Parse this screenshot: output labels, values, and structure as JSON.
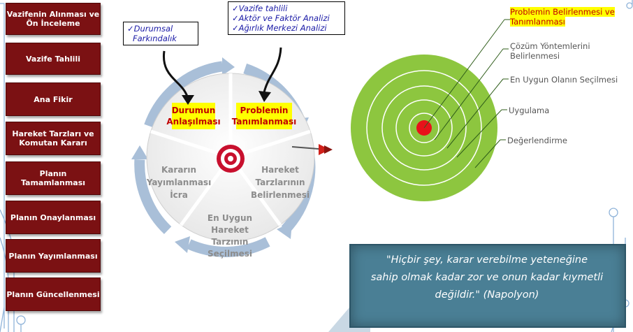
{
  "sidebar": {
    "items": [
      {
        "label": "Vazifenin Alınması ve Ön İnceleme"
      },
      {
        "label": "Vazife Tahlili"
      },
      {
        "label": "Ana Fikir"
      },
      {
        "label": "Hareket Tarzları ve Komutan Kararı"
      },
      {
        "label": "Planın Tamamlanması"
      },
      {
        "label": "Planın Onaylanması"
      },
      {
        "label": "Planın Yayımlanması"
      },
      {
        "label": "Planın Güncellenmesi"
      }
    ]
  },
  "cycle": {
    "notes": {
      "left": {
        "line1": "✓Durumsal",
        "line2": "Farkındalık"
      },
      "right": {
        "line1": "✓Vazife tahlili",
        "line2": "✓Aktör ve Faktör Analizi",
        "line3": "✓Ağırlık Merkezi Analizi"
      }
    },
    "segments": {
      "s1": {
        "line1": "Durumun",
        "line2": "Anlaşılması"
      },
      "s2": {
        "line1": "Problemin",
        "line2": "Tanımlanması"
      },
      "s3": {
        "line1": "Hareket",
        "line2": "Tarzlarının",
        "line3": "Belirlenmesi"
      },
      "s4": {
        "line1": "En Uygun",
        "line2": "Hareket",
        "line3": "Tarzının",
        "line4": "Seçilmesi"
      },
      "s5": {
        "line1": "Kararın",
        "line2": "Yayımlanması",
        "line3": "İcra"
      }
    },
    "colors": {
      "highlight": "#ffff00",
      "highlight_text": "#c00000",
      "arrow": "#a9bfd8"
    }
  },
  "target": {
    "labels": {
      "l1": {
        "line1": "Problemin Belirlenmesi ve",
        "line2": "Tanımlanması"
      },
      "l2": {
        "line1": "Çözüm Yöntemlerini",
        "line2": "Belirlenmesi"
      },
      "l3": "En Uygun Olanın Seçilmesi",
      "l4": "Uygulama",
      "l5": "Değerlendirme"
    },
    "colors": {
      "outer": "#8dc63f",
      "ring_line": "#ffffff",
      "bullseye": "#e8121a"
    }
  },
  "quote": {
    "line1": "\"Hiçbir şey, karar verebilme yeteneğine",
    "line2": "sahip olmak kadar zor ve onun kadar kıymetli",
    "line3": "değildir.\"  (Napolyon)"
  }
}
